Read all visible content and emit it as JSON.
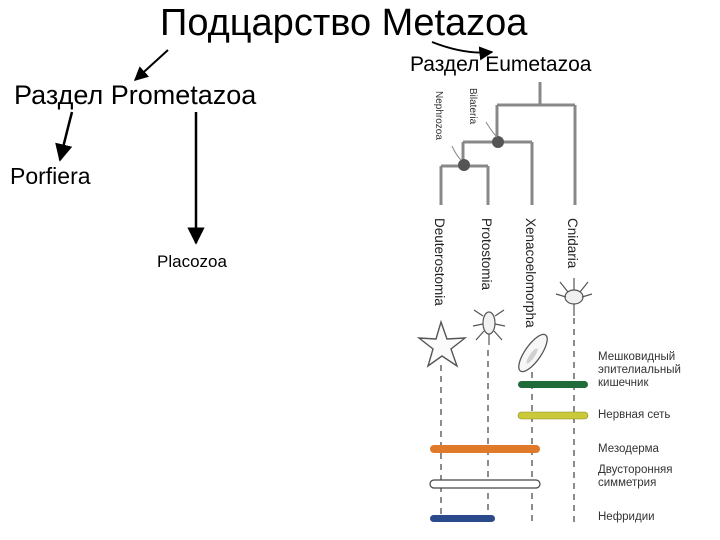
{
  "title": "Подцарство Metazoa",
  "branches": {
    "prometazoa": "Раздел Prometazoa",
    "eumetazoa": "Раздел Eumetazoa",
    "porifera": "Porfiera",
    "placozoa": "Placozoa"
  },
  "tree": {
    "clades": [
      "Bilateria",
      "Nephrozoa"
    ],
    "taxa": [
      "Deuterostomia",
      "Protostomia",
      "Xenacoelomorpha",
      "Cnidaria"
    ]
  },
  "legend": [
    {
      "label": "Мешковидный эпителиальный кишечник",
      "lines": [
        "Мешковидный",
        "эпителиальный",
        "кишечник"
      ],
      "color": "#1f6b3a"
    },
    {
      "label": "Нервная сеть",
      "lines": [
        "Нервная сеть"
      ],
      "color": "#c9c93a"
    },
    {
      "label": "Мезодерма",
      "lines": [
        "Мезодерма"
      ],
      "color": "#e07a2a"
    },
    {
      "label": "Двусторонняя симметрия",
      "lines": [
        "Двусторонняя",
        "симметрия"
      ],
      "color": "#ffffff"
    },
    {
      "label": "Нефридии",
      "lines": [
        "Нефридии"
      ],
      "color": "#2b4a8c"
    }
  ]
}
